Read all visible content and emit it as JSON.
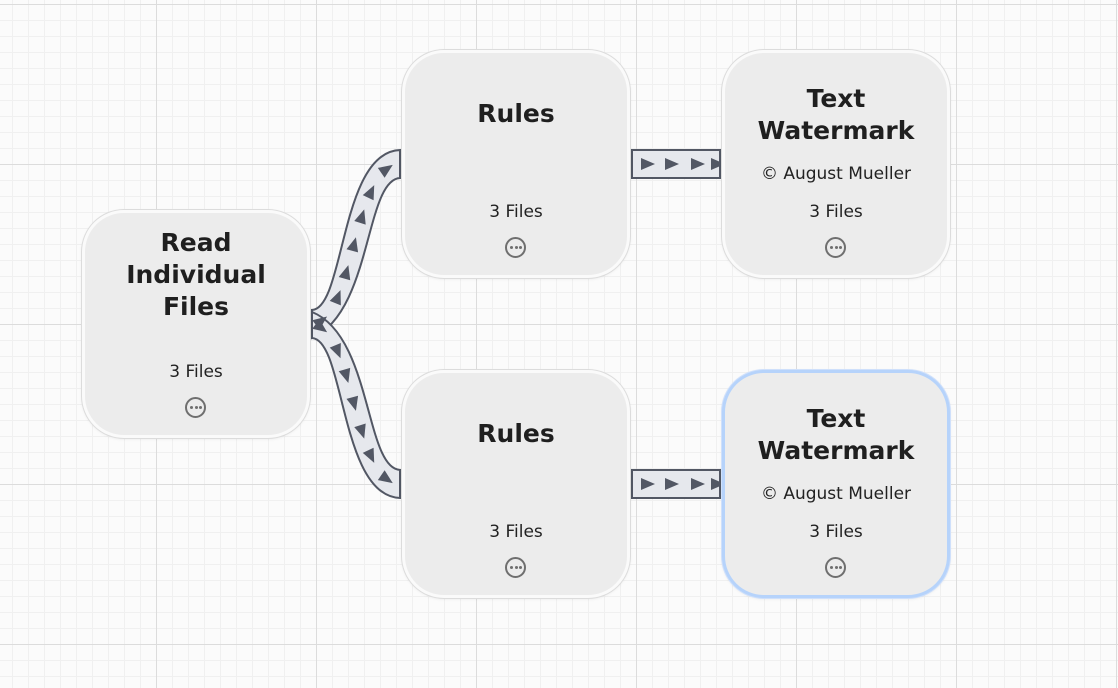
{
  "nodes": {
    "read": {
      "title_lines": [
        "Read",
        "Individual",
        "Files"
      ],
      "count": "3 Files"
    },
    "rules_top": {
      "title_lines": [
        "Rules"
      ],
      "count": "3 Files"
    },
    "rules_bottom": {
      "title_lines": [
        "Rules"
      ],
      "count": "3 Files"
    },
    "watermark_top": {
      "title_lines": [
        "Text",
        "Watermark"
      ],
      "subtitle": "© August Mueller",
      "count": "3 Files"
    },
    "watermark_bottom": {
      "title_lines": [
        "Text",
        "Watermark"
      ],
      "subtitle": "© August Mueller",
      "count": "3 Files",
      "selected": true
    }
  },
  "icons": {
    "more": "ellipsis-circle-icon",
    "flow_arrow": "triangle-right-icon"
  },
  "colors": {
    "node_fill": "#ececec",
    "connector_fill": "#e6e8ed",
    "connector_stroke": "#525764",
    "selection": "#b6d3fb"
  }
}
